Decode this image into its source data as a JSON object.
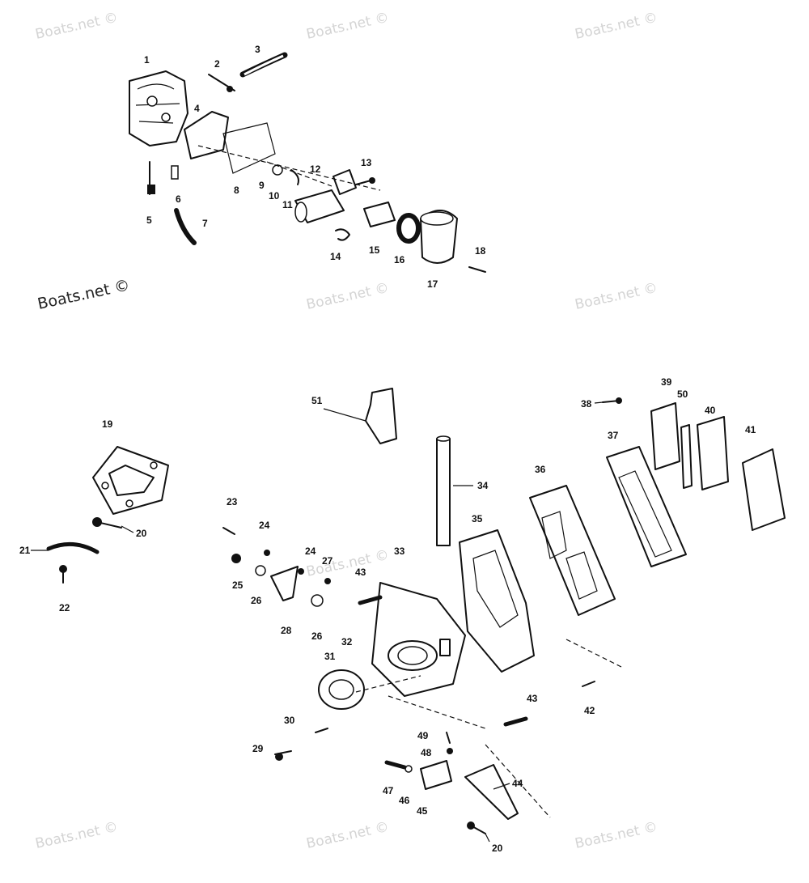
{
  "watermarks": [
    "Boats.net ©",
    "Boats.net ©",
    "Boats.net ©",
    "Boats.net ©",
    "Boats.net ©",
    "Boats.net ©",
    "Boats.net ©",
    "Boats.net ©",
    "Boats.net ©",
    "Boats.net ©"
  ],
  "part_numbers": [
    "1",
    "2",
    "3",
    "4",
    "5",
    "6",
    "7",
    "8",
    "9",
    "10",
    "11",
    "12",
    "13",
    "14",
    "15",
    "16",
    "17",
    "18",
    "19",
    "20",
    "20",
    "21",
    "22",
    "23",
    "24",
    "24",
    "25",
    "26",
    "26",
    "27",
    "28",
    "29",
    "30",
    "31",
    "32",
    "33",
    "34",
    "35",
    "36",
    "37",
    "38",
    "39",
    "40",
    "41",
    "42",
    "43",
    "43",
    "44",
    "45",
    "46",
    "47",
    "48",
    "49",
    "50",
    "51"
  ]
}
